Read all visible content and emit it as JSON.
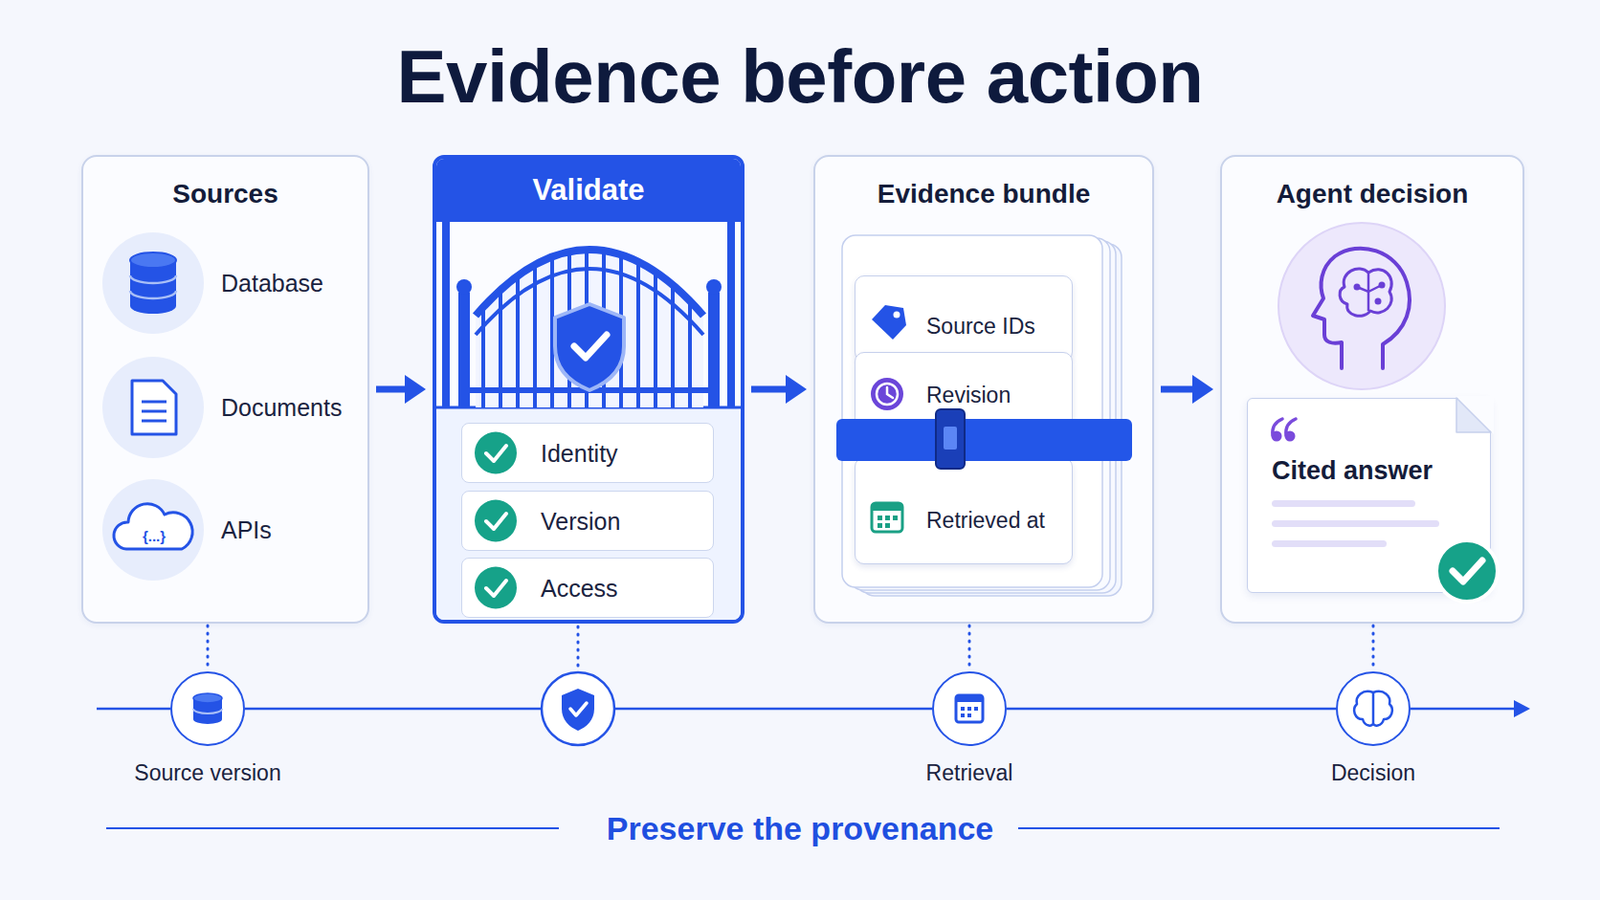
{
  "diagram": {
    "title": "Evidence before action",
    "caption": "Preserve the provenance",
    "nodes": [
      {
        "text": [
          "Sources"
        ]
      },
      {
        "text": [
          "Database"
        ],
        "in": 0
      },
      {
        "text": [
          "Documents"
        ],
        "in": 0
      },
      {
        "text": [
          "APIs"
        ],
        "in": 0
      },
      {
        "text": [
          "Validate"
        ]
      },
      {
        "text": [
          "Identity"
        ],
        "in": 4
      },
      {
        "text": [
          "Version"
        ],
        "in": 4
      },
      {
        "text": [
          "Access"
        ],
        "in": 4
      },
      {
        "text": [
          "Evidence bundle"
        ]
      },
      {
        "text": [
          "Source IDs"
        ],
        "in": 8
      },
      {
        "text": [
          "Revision"
        ],
        "in": 8
      },
      {
        "text": [
          "Retrieved at"
        ],
        "in": 8
      },
      {
        "text": [
          "Agent decision"
        ]
      },
      {
        "text": [
          "Cited answer"
        ],
        "in": 12
      },
      {
        "text": [
          "Source version"
        ]
      },
      {
        "text": [
          "Retrieval"
        ]
      },
      {
        "text": [
          "Decision"
        ]
      }
    ],
    "edges": [
      {
        "from": 0,
        "to": 4,
        "arrow": "to"
      },
      {
        "from": 4,
        "to": 8,
        "arrow": "to"
      },
      {
        "from": 8,
        "to": 12,
        "arrow": "to"
      },
      {
        "from": 0,
        "to": 14,
        "arrow": "none"
      },
      {
        "from": 8,
        "to": 15,
        "arrow": "none"
      },
      {
        "from": 12,
        "to": 16,
        "arrow": "none"
      },
      {
        "from": 14,
        "to": 15,
        "arrow": "none"
      },
      {
        "from": 15,
        "to": 16,
        "arrow": "none"
      }
    ],
    "labels": [
      "{...}"
    ]
  }
}
